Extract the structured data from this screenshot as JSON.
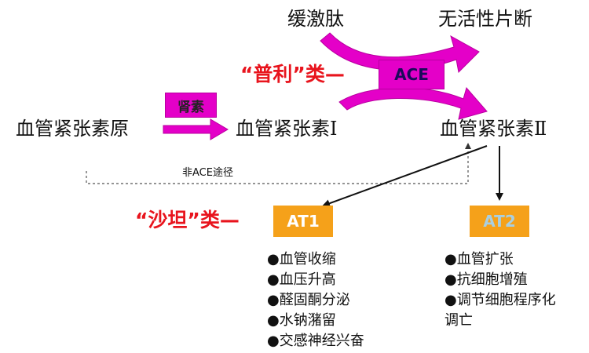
{
  "diagram": {
    "bradykinin": "缓激肽",
    "inactive_fragments": "无活性片断",
    "ace_label": "ACE",
    "prils_label": "“普利”类—",
    "renin_label": "肾素",
    "angiotensinogen": "血管紧张素原",
    "angiotensin_1": "血管紧张素Ⅰ",
    "angiotensin_2": "血管紧张素Ⅱ",
    "non_ace_pathway": "非ACE途径",
    "sartans_label": "“沙坦”类—",
    "at1_label": "AT1",
    "at2_label": "AT2",
    "at1_effects": [
      "●血管收缩",
      "●血压升高",
      "●醛固酮分泌",
      "●水钠潴留",
      "●交感神经兴奋"
    ],
    "at2_effects": [
      "●血管扩张",
      "●抗细胞增殖",
      "●调节细胞程序化",
      "调亡"
    ]
  },
  "colors": {
    "magenta": "#e400c8",
    "orange": "#f5a11a",
    "red_text": "#e8141d",
    "at2_text": "#a9cfe0"
  }
}
